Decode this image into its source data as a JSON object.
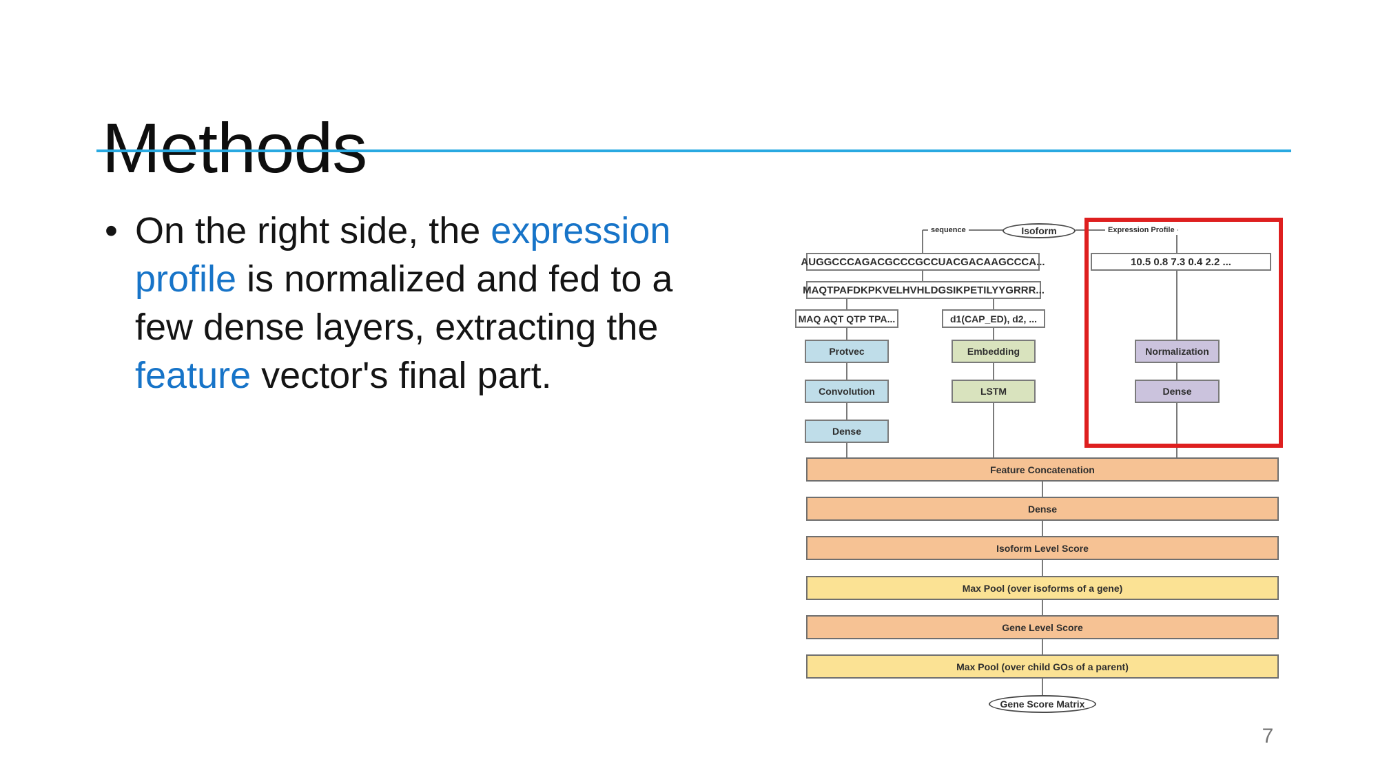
{
  "slide": {
    "title": "Methods",
    "page_number": "7",
    "accent_color": "#1774c8",
    "title_rule_color": "#29a9e1"
  },
  "bullet": {
    "marker": "•",
    "lines": [
      [
        {
          "text": "On the right side, the ",
          "style": "normal"
        },
        {
          "text": "expression",
          "style": "link"
        }
      ],
      [
        {
          "text": "profile",
          "style": "link"
        },
        {
          "text": " is normalized and fed to a",
          "style": "normal"
        }
      ],
      [
        {
          "text": "few dense layers, extracting the",
          "style": "normal"
        }
      ],
      [
        {
          "text": "feature",
          "style": "link"
        },
        {
          "text": " vector's final part.",
          "style": "normal"
        }
      ]
    ]
  },
  "diagram": {
    "palette": {
      "sequence_branch": "#bfdde9",
      "domain_branch": "#d9e3be",
      "expression_branch": "#cbc3dd",
      "score_rows": "#f6c294",
      "pool_rows": "#fbe294",
      "highlight_frame": "#de1f1f"
    },
    "labels": {
      "sequence": "sequence",
      "isoform": "Isoform",
      "expression_profile": "Expression Profile"
    },
    "nodes": {
      "rna_sequence": "AUGGCCCAGACGCCCGCCUACGACAAGCCCA...",
      "expression_values": "10.5 0.8 7.3 0.4 2.2 ...",
      "protein_sequence": "MAQTPAFDKPKVELHVHLDGSIKPETILYYGRRR...",
      "kmer_sequence": "MAQ AQT QTP TPA...",
      "domains": "d1(CAP_ED), d2, ...",
      "protvec": "Protvec",
      "embedding": "Embedding",
      "normalization": "Normalization",
      "convolution": "Convolution",
      "lstm": "LSTM",
      "dense_expression": "Dense",
      "dense_sequence": "Dense",
      "feature_concatenation": "Feature Concatenation",
      "dense_main": "Dense",
      "isoform_level_score": "Isoform Level Score",
      "max_pool_isoforms": "Max Pool (over isoforms of a gene)",
      "gene_level_score": "Gene Level Score",
      "max_pool_children": "Max Pool (over child GOs of a parent)",
      "gene_score_matrix": "Gene Score Matrix"
    }
  }
}
